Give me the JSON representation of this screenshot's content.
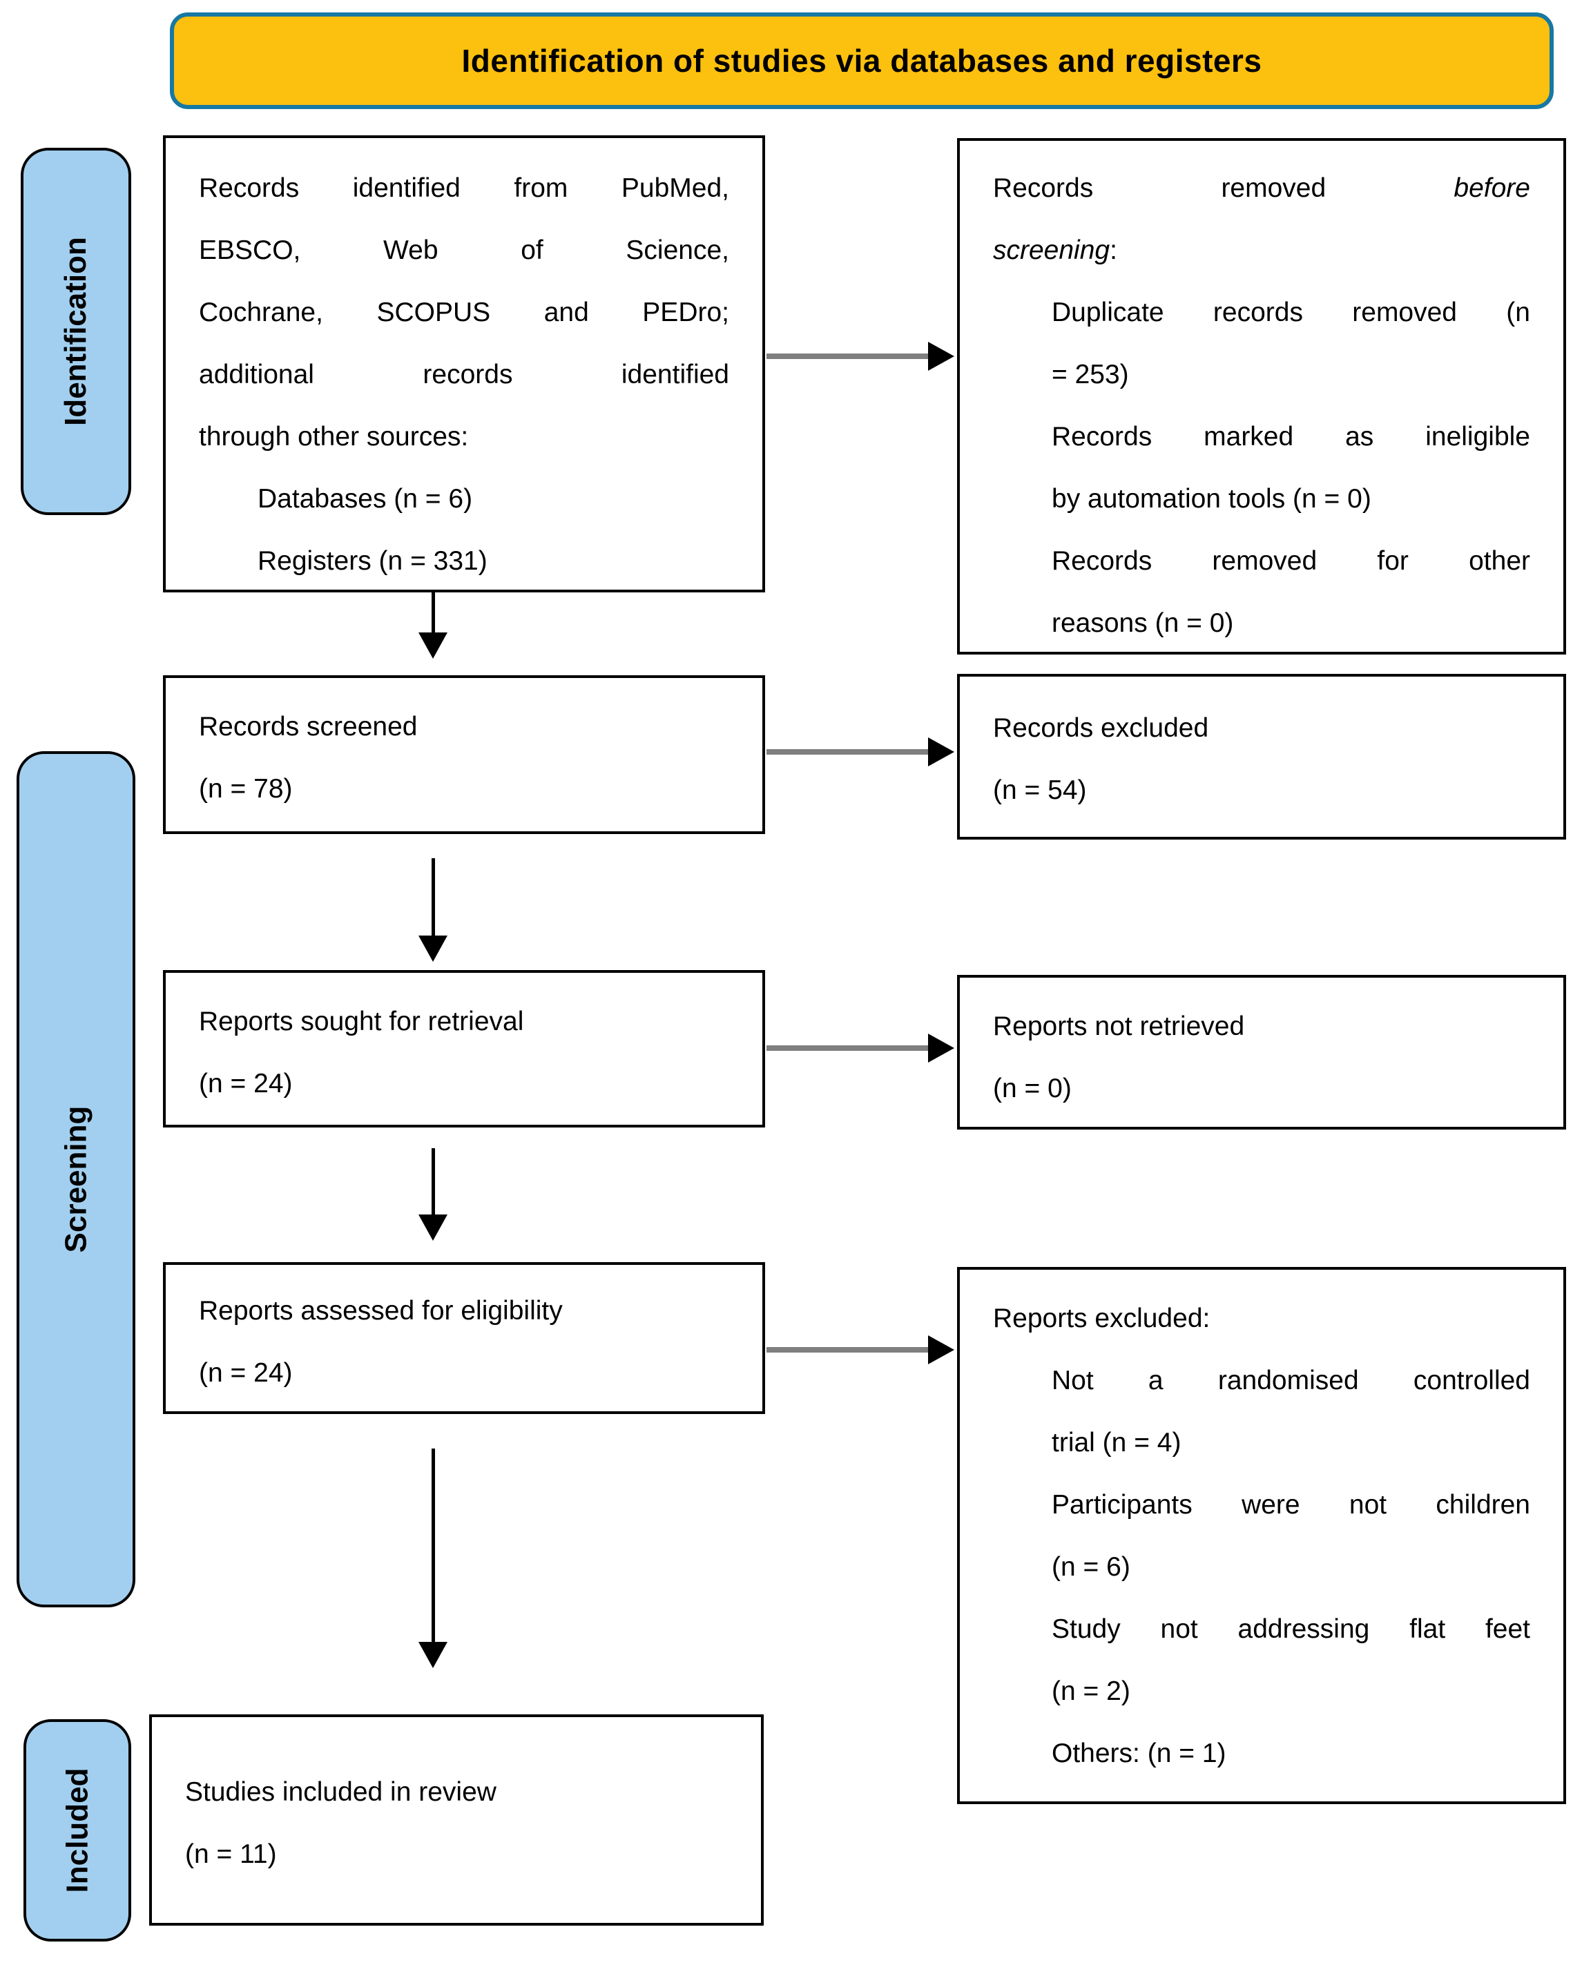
{
  "banner": {
    "title": "Identification of studies via databases and registers"
  },
  "stages": [
    {
      "label": "Identification"
    },
    {
      "label": "Screening"
    },
    {
      "label": "Included"
    }
  ],
  "colors": {
    "banner_fill": "#FCC00E",
    "banner_border": "#1778A4",
    "stage_fill": "#A2CFEF",
    "arrow_shaft_h": "#7F7F7F",
    "arrow_black": "#000000"
  },
  "boxes": {
    "identified": {
      "lines": [
        {
          "c": "j",
          "parts": [
            {
              "t": "Records identified from PubMed,"
            }
          ]
        },
        {
          "c": "j",
          "parts": [
            {
              "t": "EBSCO, Web of Science,"
            }
          ]
        },
        {
          "c": "j",
          "parts": [
            {
              "t": "Cochrane, SCOPUS and PEDro;"
            }
          ]
        },
        {
          "c": "j",
          "parts": [
            {
              "t": "additional records identified"
            }
          ]
        },
        {
          "c": "l",
          "parts": [
            {
              "t": "through other sources:"
            }
          ]
        },
        {
          "c": "l",
          "ind": true,
          "parts": [
            {
              "t": "Databases (n = 6)"
            }
          ]
        },
        {
          "c": "l",
          "ind": true,
          "parts": [
            {
              "t": "Registers (n = 331)"
            }
          ]
        }
      ]
    },
    "removed": {
      "lines": [
        {
          "c": "j",
          "parts": [
            {
              "t": "Records removed "
            },
            {
              "t": "before",
              "i": true
            }
          ]
        },
        {
          "c": "l",
          "parts": [
            {
              "t": "screening",
              "i": true
            },
            {
              "t": ":"
            }
          ]
        },
        {
          "c": "j",
          "ind": true,
          "parts": [
            {
              "t": "Duplicate records removed (n"
            }
          ]
        },
        {
          "c": "l",
          "ind": true,
          "parts": [
            {
              "t": "= 253)"
            }
          ]
        },
        {
          "c": "j",
          "ind": true,
          "parts": [
            {
              "t": "Records marked as ineligible"
            }
          ]
        },
        {
          "c": "l",
          "ind": true,
          "parts": [
            {
              "t": "by automation tools (n = 0)"
            }
          ]
        },
        {
          "c": "j",
          "ind": true,
          "parts": [
            {
              "t": "Records removed for other"
            }
          ]
        },
        {
          "c": "l",
          "ind": true,
          "parts": [
            {
              "t": "reasons (n = 0)"
            }
          ]
        }
      ]
    },
    "screened": {
      "lines": [
        {
          "c": "l",
          "parts": [
            {
              "t": "Records screened"
            }
          ]
        },
        {
          "c": "l",
          "parts": [
            {
              "t": "(n = 78)"
            }
          ]
        }
      ]
    },
    "records_excluded": {
      "lines": [
        {
          "c": "l",
          "parts": [
            {
              "t": "Records excluded"
            }
          ]
        },
        {
          "c": "l",
          "parts": [
            {
              "t": "(n = 54)"
            }
          ]
        }
      ]
    },
    "sought": {
      "lines": [
        {
          "c": "l",
          "parts": [
            {
              "t": "Reports sought for retrieval"
            }
          ]
        },
        {
          "c": "l",
          "parts": [
            {
              "t": "(n = 24)"
            }
          ]
        }
      ]
    },
    "not_retrieved": {
      "lines": [
        {
          "c": "l",
          "parts": [
            {
              "t": "Reports not retrieved"
            }
          ]
        },
        {
          "c": "l",
          "parts": [
            {
              "t": "(n = 0)"
            }
          ]
        }
      ]
    },
    "assessed": {
      "lines": [
        {
          "c": "l",
          "parts": [
            {
              "t": "Reports assessed for eligibility"
            }
          ]
        },
        {
          "c": "l",
          "parts": [
            {
              "t": "(n = 24)"
            }
          ]
        }
      ]
    },
    "reports_excluded": {
      "lines": [
        {
          "c": "l",
          "parts": [
            {
              "t": "Reports excluded:"
            }
          ]
        },
        {
          "c": "j",
          "ind": true,
          "parts": [
            {
              "t": "Not a randomised controlled"
            }
          ]
        },
        {
          "c": "l",
          "ind": true,
          "parts": [
            {
              "t": "trial (n = 4)"
            }
          ]
        },
        {
          "c": "j",
          "ind": true,
          "parts": [
            {
              "t": "Participants were not children"
            }
          ]
        },
        {
          "c": "l",
          "ind": true,
          "parts": [
            {
              "t": "(n = 6)"
            }
          ]
        },
        {
          "c": "j",
          "ind": true,
          "parts": [
            {
              "t": "Study not addressing flat feet"
            }
          ]
        },
        {
          "c": "l",
          "ind": true,
          "parts": [
            {
              "t": "(n = 2)"
            }
          ]
        },
        {
          "c": "l",
          "ind": true,
          "parts": [
            {
              "t": "Others: (n = 1)"
            }
          ]
        }
      ]
    },
    "included": {
      "lines": [
        {
          "c": "l",
          "parts": [
            {
              "t": "Studies included in review"
            }
          ]
        },
        {
          "c": "l",
          "parts": [
            {
              "t": "(n = 11)"
            }
          ]
        }
      ]
    }
  }
}
